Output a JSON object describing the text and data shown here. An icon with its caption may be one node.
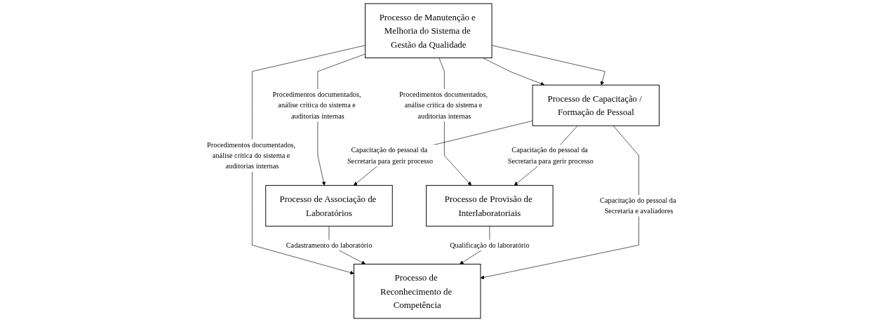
{
  "diagram": {
    "nodes": [
      {
        "text": [
          "Processo de Manutenção e Melhoria do Sistema de Gestão da Qualidade"
        ]
      },
      {
        "text": [
          "Processo de Associação de Laboratórios"
        ]
      },
      {
        "text": [
          "Processo de Reconhecimento de Competência"
        ]
      },
      {
        "text": [
          "Processo de Provisão de Interlaboratoriais"
        ]
      },
      {
        "text": [
          "Processo de Capacitação / Formação de Pessoal"
        ]
      }
    ],
    "edges": [
      {
        "from": 0,
        "to": 1,
        "arrow": "to",
        "label": "Procedimentos documentados, análise crítica do sistema e auditorias internas"
      },
      {
        "from": 0,
        "to": 2,
        "arrow": "to",
        "label": "Procedimentos documentados, análise crítica do sistema e auditorias internas"
      },
      {
        "from": 0,
        "to": 3,
        "arrow": "to",
        "label": "Procedimentos documentados, análise crítica do sistema e auditorias internas"
      },
      {
        "from": 0,
        "to": 4,
        "arrow": "to"
      },
      {
        "from": 0,
        "to": 4,
        "arrow": "to"
      },
      {
        "from": 1,
        "to": 2,
        "arrow": "to",
        "label": "Cadastramento do laboratório"
      },
      {
        "from": 3,
        "to": 2,
        "arrow": "to",
        "label": "Qualificação do laboratório"
      },
      {
        "from": 4,
        "to": 1,
        "arrow": "to",
        "label": "Capacitação do pessoal da Secretaria para gerir processo"
      },
      {
        "from": 4,
        "to": 2,
        "arrow": "to",
        "label": "Capacitação do pessoal da Secretaria e avaliadores"
      },
      {
        "from": 4,
        "to": 3,
        "arrow": "to",
        "label": "Capacitação do pessoal da Secretaria para gerir processo"
      }
    ]
  }
}
